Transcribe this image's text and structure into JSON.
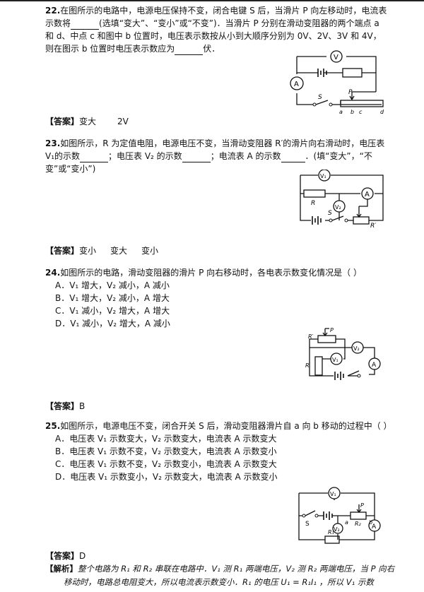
{
  "q22": {
    "num": "22.",
    "line1": "在图所示的电路中，电源电压保持不变，闭合电键 S 后，当滑片 P 向左移动时，电流表",
    "line2a": "示数将",
    "line2b": "(选填“变大”、“变小”或“不变”)．当滑片 P 分别在滑动变阻器的两个端点 a",
    "line3": "和 d、中点 c 和图中 b 位置时，电压表示数按从小到大顺序分别为 0V、2V、3V 和 4V，",
    "line4a": "则在图示 b 位置时电压表示数应为",
    "line4b": "伏．",
    "answer_label": "【答案】",
    "answers": [
      "变大",
      "2V"
    ],
    "fig": {
      "v": "V",
      "a": "A",
      "s": "S",
      "p": "P",
      "pts": [
        "a",
        "b",
        "c",
        "d"
      ]
    }
  },
  "q23": {
    "num": "23.",
    "line1": "如图所示，R 为定值电阻，电源电压不变，当滑动变阻器 R′的滑片向右滑动时，电压表",
    "line2a": "V₁的示数",
    "line2b": "；电压表 V₂ 的示数",
    "line2c": "；电流表 A 的示数",
    "line2d": "．(填“变大”，“不",
    "line3": "变”或“变小”)",
    "answer_label": "【答案】",
    "answers": [
      "变小",
      "变大",
      "变小"
    ],
    "fig": {
      "v1": "V₁",
      "v2": "V₂",
      "a": "A",
      "r": "R",
      "rp": "R′",
      "s": "S"
    }
  },
  "q24": {
    "num": "24.",
    "stem": "如图所示的电路，滑动变阻器的滑片 P 向右移动时，各电表示数变化情况是（        ）",
    "options": [
      "A．V₁ 增大，V₂ 减小，A 减小",
      "B．V₁ 增大，V₂ 减小，A 增大",
      "C．V₁ 减小，V₂ 增大，A 增大",
      "D．V₁ 减小，V₂ 增大，A 减小"
    ],
    "answer_label": "【答案】",
    "answer": "B",
    "fig": {
      "rp": "R′",
      "p": "P",
      "v1": "V₁",
      "v2": "V₂",
      "a": "A",
      "r": "R"
    }
  },
  "q25": {
    "num": "25.",
    "stem": "如图所示，电源电压不变，闭合开关 S 后，滑动变阻器滑片自 a 向 b 移动的过程中（        ）",
    "options": [
      "A．电压表 V₁ 示数变大，V₂ 示数变大，电流表 A 示数变大",
      "B．电压表 V₁ 示数不变，V₂ 示数变大，电流表 A 示数变小",
      "C．电压表 V₁ 示数不变，V₂ 示数变小，电流表 A 示数变大",
      "D．电压表 V₁ 示数变小，V₂ 示数变大，电流表 A 示数变小"
    ],
    "answer_label": "【答案】",
    "answer": "D",
    "analysis_label": "【解析】",
    "analysis_line1": "整个电路为 R₁ 和 R₂ 串联在电路中．V₁ 测 R₁ 两端电压，V₂ 测 R₂ 两端电压，当 P 向右",
    "analysis_line2": "移动时，电路总电阻变大，所以电流表示数变小．R₁ 的电压 U₁ = R₁I₁ ，所以 V₁ 示数",
    "fig": {
      "v1": "V₁",
      "v2": "V₂",
      "a": "A",
      "s": "S",
      "p": "P",
      "pa": "a",
      "pb": "b",
      "r1": "R₁",
      "r2": "R₂"
    }
  }
}
